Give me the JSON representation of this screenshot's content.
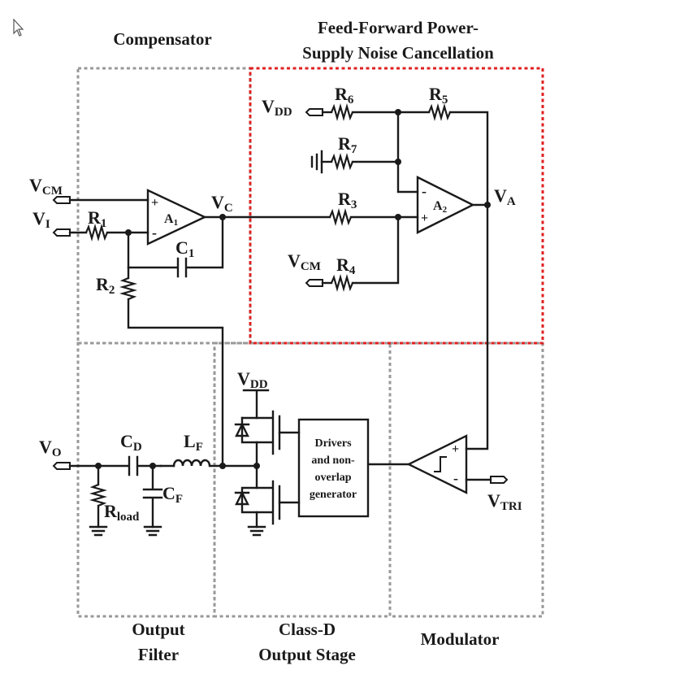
{
  "blocks": {
    "compensator": "Compensator",
    "feedforward_line1": "Feed-Forward Power-",
    "feedforward_line2": "Supply Noise Cancellation",
    "output_filter_line1": "Output",
    "output_filter_line2": "Filter",
    "classd_line1": "Class-D",
    "classd_line2": "Output Stage",
    "modulator": "Modulator"
  },
  "nodes": {
    "vcm": {
      "main": "V",
      "sub": "CM"
    },
    "vi": {
      "main": "V",
      "sub": "I"
    },
    "vc": {
      "main": "V",
      "sub": "C"
    },
    "va": {
      "main": "V",
      "sub": "A"
    },
    "vdd_top": {
      "main": "V",
      "sub": "DD"
    },
    "vcm_r4": {
      "main": "V",
      "sub": "CM"
    },
    "vdd_out": {
      "main": "V",
      "sub": "DD"
    },
    "vo": {
      "main": "V",
      "sub": "O"
    },
    "vtri": {
      "main": "V",
      "sub": "TRI"
    }
  },
  "components": {
    "r1": {
      "main": "R",
      "sub": "1"
    },
    "r2": {
      "main": "R",
      "sub": "2"
    },
    "r3": {
      "main": "R",
      "sub": "3"
    },
    "r4": {
      "main": "R",
      "sub": "4"
    },
    "r5": {
      "main": "R",
      "sub": "5"
    },
    "r6": {
      "main": "R",
      "sub": "6"
    },
    "r7": {
      "main": "R",
      "sub": "7"
    },
    "c1": {
      "main": "C",
      "sub": "1"
    },
    "cd": {
      "main": "C",
      "sub": "D"
    },
    "cf": {
      "main": "C",
      "sub": "F"
    },
    "lf": {
      "main": "L",
      "sub": "F"
    },
    "rload": {
      "main": "R",
      "sub": "load"
    },
    "a1": {
      "main": "A",
      "sub": "1"
    },
    "a2": {
      "main": "A",
      "sub": "2"
    }
  },
  "drivers_box": {
    "line1": "Drivers",
    "line2": "and non-",
    "line3": "overlap",
    "line4": "generator"
  },
  "opamp_signs": {
    "plus": "+",
    "minus": "-"
  },
  "colors": {
    "wire": "#1a1a1a",
    "block_border": "#999999",
    "feedforward_border": "#e02020"
  },
  "icons": {
    "cursor": "mouse-pointer-icon"
  }
}
